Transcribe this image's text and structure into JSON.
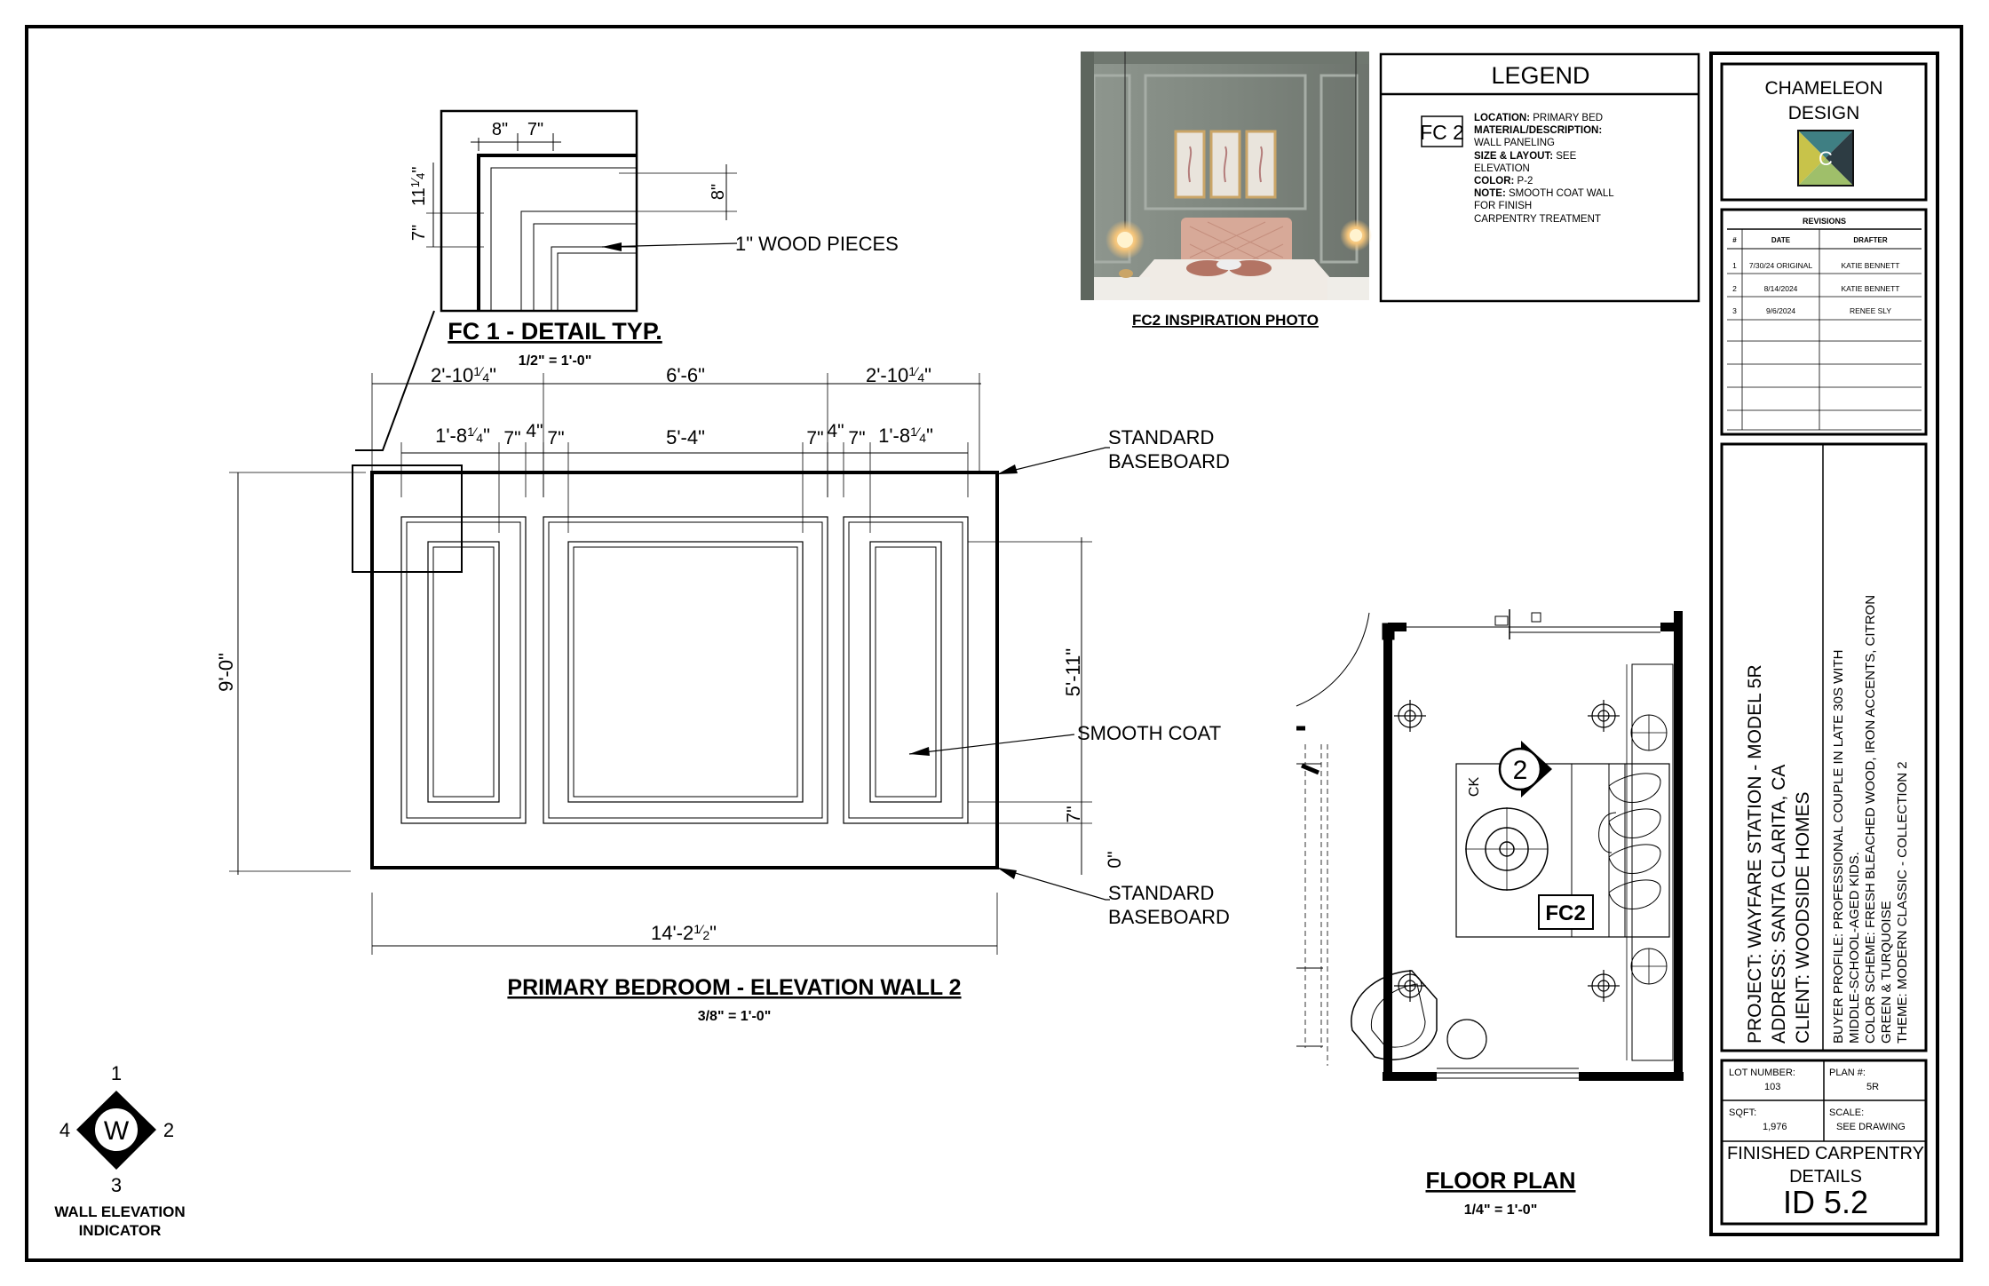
{
  "detail": {
    "title": "FC 1 - DETAIL TYP.",
    "scale": "1/2\" = 1'-0\"",
    "dim_8": "8\"",
    "dim_7": "7\"",
    "dim_11": "11",
    "dim_8v": "8\"",
    "dim_7v": "7\"",
    "note": "1\" WOOD PIECES"
  },
  "elevation": {
    "title": "PRIMARY  BEDROOM - ELEVATION WALL 2",
    "scale": "3/8\" = 1'-0\"",
    "dims_top": [
      "2'-10",
      "6'-6\"",
      "2'-10"
    ],
    "dims_mid": [
      "1'-8",
      "7\"",
      "4\"",
      "7\"",
      "5'-4\"",
      "7\"",
      "4\"",
      "7\"",
      "1'-8"
    ],
    "dim_height": "9'-0\"",
    "dim_panel": "5'-11\"",
    "dim_bottom_7": "7\"",
    "dim_bottom_0": "0\"",
    "dim_width": "14'-2",
    "label_baseboard_top": [
      "STANDARD",
      "BASEBOARD"
    ],
    "label_smooth": "SMOOTH COAT",
    "label_baseboard_bottom": [
      "STANDARD",
      "BASEBOARD"
    ]
  },
  "photo": {
    "caption": "FC2 INSPIRATION PHOTO"
  },
  "legend": {
    "title": "LEGEND",
    "tag": "FC 2",
    "lines": [
      {
        "key": "LOCATION:",
        "val": " PRIMARY BED"
      },
      {
        "key": "MATERIAL/DESCRIPTION:",
        "val": ""
      },
      {
        "key": "",
        "val": "WALL PANELING"
      },
      {
        "key": "SIZE & LAYOUT:",
        "val": " SEE"
      },
      {
        "key": "",
        "val": "ELEVATION"
      },
      {
        "key": "COLOR:",
        "val": " P-2"
      },
      {
        "key": "NOTE:",
        "val": " SMOOTH COAT WALL"
      },
      {
        "key": "",
        "val": "FOR FINISH"
      },
      {
        "key": "",
        "val": "CARPENTRY TREATMENT"
      }
    ]
  },
  "titleblock": {
    "company": [
      "CHAMELEON",
      "DESIGN"
    ],
    "logo_letter": "C",
    "colors": {
      "logo_top": "#3f7f83",
      "logo_left": "#c8c34a",
      "logo_right": "#2d3c43",
      "logo_bottom": "#9fbf6a"
    },
    "revisions": {
      "title": "REVISIONS",
      "headers": [
        "#",
        "DATE",
        "DRAFTER"
      ],
      "rows": [
        [
          "1",
          "7/30/24 ORIGINAL",
          "KATIE BENNETT"
        ],
        [
          "2",
          "8/14/2024",
          "KATIE BENNETT"
        ],
        [
          "3",
          "9/6/2024",
          "RENEE SLY"
        ]
      ]
    },
    "project": [
      "PROJECT: WAYFARE STATION - MODEL 5R",
      "ADDRESS: SANTA CLARITA, CA",
      "CLIENT: WOODSIDE HOMES"
    ],
    "profile": [
      "BUYER PROFILE: PROFESSIONAL COUPLE IN LATE 30S WITH",
      "MIDDLE-SCHOOL-AGED KIDS.",
      "COLOR SCHEME: FRESH BLEACHED WOOD, IRON ACCENTS, CITRON",
      "GREEN & TURQUOISE",
      "THEME: MODERN CLASSIC - COLLECTION 2"
    ],
    "lot_label": "LOT NUMBER:",
    "lot_value": "103",
    "plan_label": "PLAN #:",
    "plan_value": "5R",
    "sqft_label": "SQFT:",
    "sqft_value": "1,976",
    "scale_label": "SCALE:",
    "scale_value": "SEE DRAWING",
    "sheet_title": [
      "FINISHED CARPENTRY",
      "DETAILS"
    ],
    "sheet_id": "ID 5.2"
  },
  "floorplan": {
    "title": "FLOOR PLAN",
    "scale": "1/4\" = 1'-0\"",
    "tag_number": "2",
    "ck": "CK",
    "tag": "FC2"
  },
  "indicator": {
    "letter": "W",
    "n1": "1",
    "n2": "2",
    "n3": "3",
    "n4": "4",
    "label": [
      "WALL ELEVATION",
      "INDICATOR"
    ]
  }
}
